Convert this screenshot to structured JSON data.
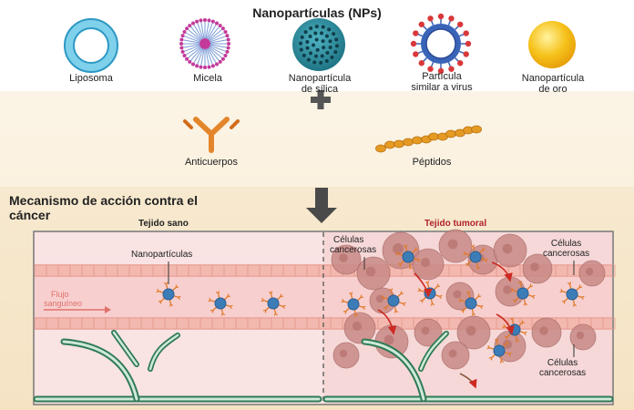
{
  "title": "Nanopartículas (NPs)",
  "nanoparticles": [
    {
      "label_line1": "Liposoma",
      "label_line2": ""
    },
    {
      "label_line1": "Micela",
      "label_line2": ""
    },
    {
      "label_line1": "Nanopartícula",
      "label_line2": "de sílica"
    },
    {
      "label_line1": "Partícula",
      "label_line2": "similar a virus"
    },
    {
      "label_line1": "Nanopartícula",
      "label_line2": "de oro"
    }
  ],
  "plus_symbol": "+",
  "ligands": [
    {
      "label": "Anticuerpos"
    },
    {
      "label": "Péptidos"
    }
  ],
  "mechanism": {
    "title_line1": "Mecanismo de acción contra el",
    "title_line2": "cáncer"
  },
  "panels": {
    "healthy": {
      "title": "Tejido sano",
      "np_label": "Nanopartículas",
      "flow_line1": "Flujo",
      "flow_line2": "sanguíneo"
    },
    "tumor": {
      "title": "Tejido tumoral",
      "cancer_label_1": {
        "line1": "Células",
        "line2": "cancerosas"
      },
      "cancer_label_2": {
        "line1": "Células",
        "line2": "cancerosas"
      },
      "cancer_label_3": {
        "line1": "Células",
        "line2": "cancerosas"
      }
    }
  },
  "colors": {
    "liposome": "#3bb0d8",
    "silica": "#1d7c8c",
    "virus_core": "#3a64b8",
    "virus_spikes": "#d9383a",
    "gold": "#f6c21b",
    "antibody": "#e3862b",
    "peptide": "#e59a23",
    "tumor_title": "#b0202a",
    "vessel_wall": "#f3b9b0",
    "vasculature": "#2f7a55",
    "np_core": "#3c7db8",
    "np_ligand": "#e07a2a",
    "tumor_cells": "#c98a86"
  }
}
